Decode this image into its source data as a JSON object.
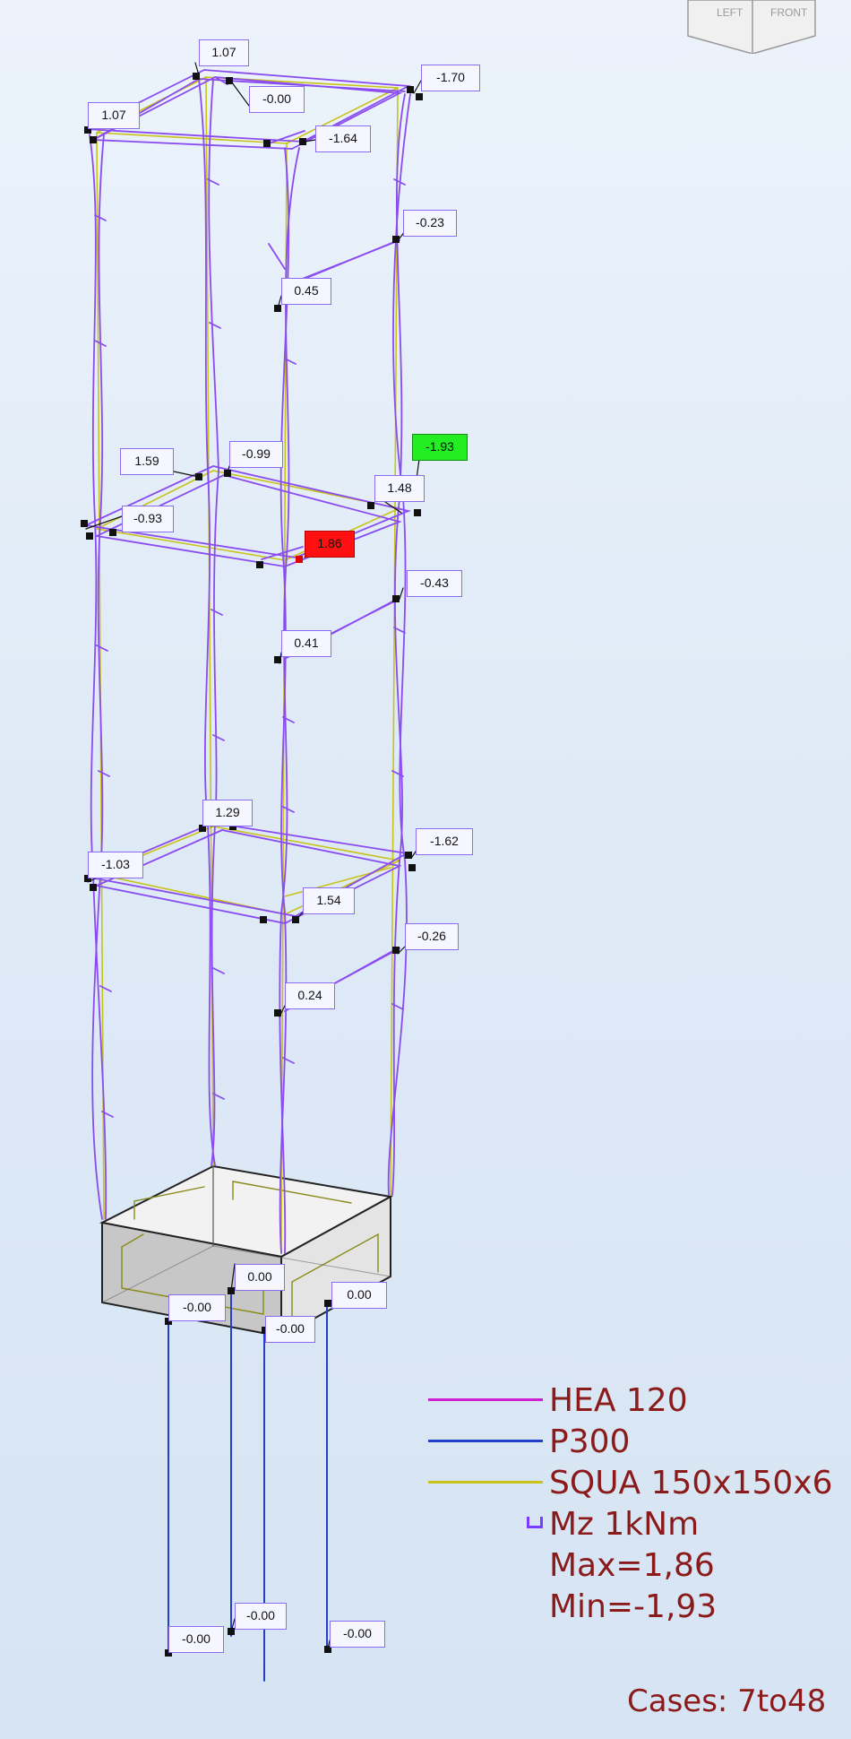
{
  "view_cube": {
    "face_left": "LEFT",
    "face_right": "FRONT"
  },
  "labels": [
    {
      "id": "l1",
      "text": "1.07"
    },
    {
      "id": "l2",
      "text": "-0.00"
    },
    {
      "id": "l3",
      "text": "1.07"
    },
    {
      "id": "l4",
      "text": "-1.70"
    },
    {
      "id": "l5",
      "text": "-1.64"
    },
    {
      "id": "l6",
      "text": "-0.23"
    },
    {
      "id": "l7",
      "text": "0.45"
    },
    {
      "id": "l8",
      "text": "1.59"
    },
    {
      "id": "l9",
      "text": "-0.99"
    },
    {
      "id": "l10",
      "text": "-1.93"
    },
    {
      "id": "l11",
      "text": "1.48"
    },
    {
      "id": "l12",
      "text": "-0.93"
    },
    {
      "id": "l13",
      "text": "1.86"
    },
    {
      "id": "l14",
      "text": "-0.43"
    },
    {
      "id": "l15",
      "text": "0.41"
    },
    {
      "id": "l16",
      "text": "1.29"
    },
    {
      "id": "l17",
      "text": "-1.62"
    },
    {
      "id": "l18",
      "text": "-1.03"
    },
    {
      "id": "l19",
      "text": "1.54"
    },
    {
      "id": "l20",
      "text": "-0.26"
    },
    {
      "id": "l21",
      "text": "0.24"
    },
    {
      "id": "l22",
      "text": "0.00"
    },
    {
      "id": "l23",
      "text": "-0.00"
    },
    {
      "id": "l24",
      "text": "-0.00"
    },
    {
      "id": "l25",
      "text": "0.00"
    },
    {
      "id": "l26",
      "text": "-0.00"
    },
    {
      "id": "l27",
      "text": "-0.00"
    },
    {
      "id": "l28",
      "text": "-0.00"
    }
  ],
  "legend": {
    "items": [
      {
        "label": "HEA 120",
        "color": "#d01fd0"
      },
      {
        "label": "P300",
        "color": "#2240c8"
      },
      {
        "label": "SQUA 150x150x6",
        "color": "#c8c21a"
      }
    ],
    "result": "Mz  1kNm",
    "result_color": "#7a3cff",
    "max": "Max=1,86",
    "min": "Min=-1,93"
  },
  "cases": "Cases: 7to48",
  "colors": {
    "diagram": "#8a4cf0",
    "hea": "#d01fd0",
    "pile": "#2240c8",
    "squa": "#c8c21a",
    "max_bg": "#ff1010",
    "min_bg": "#22ee22"
  }
}
